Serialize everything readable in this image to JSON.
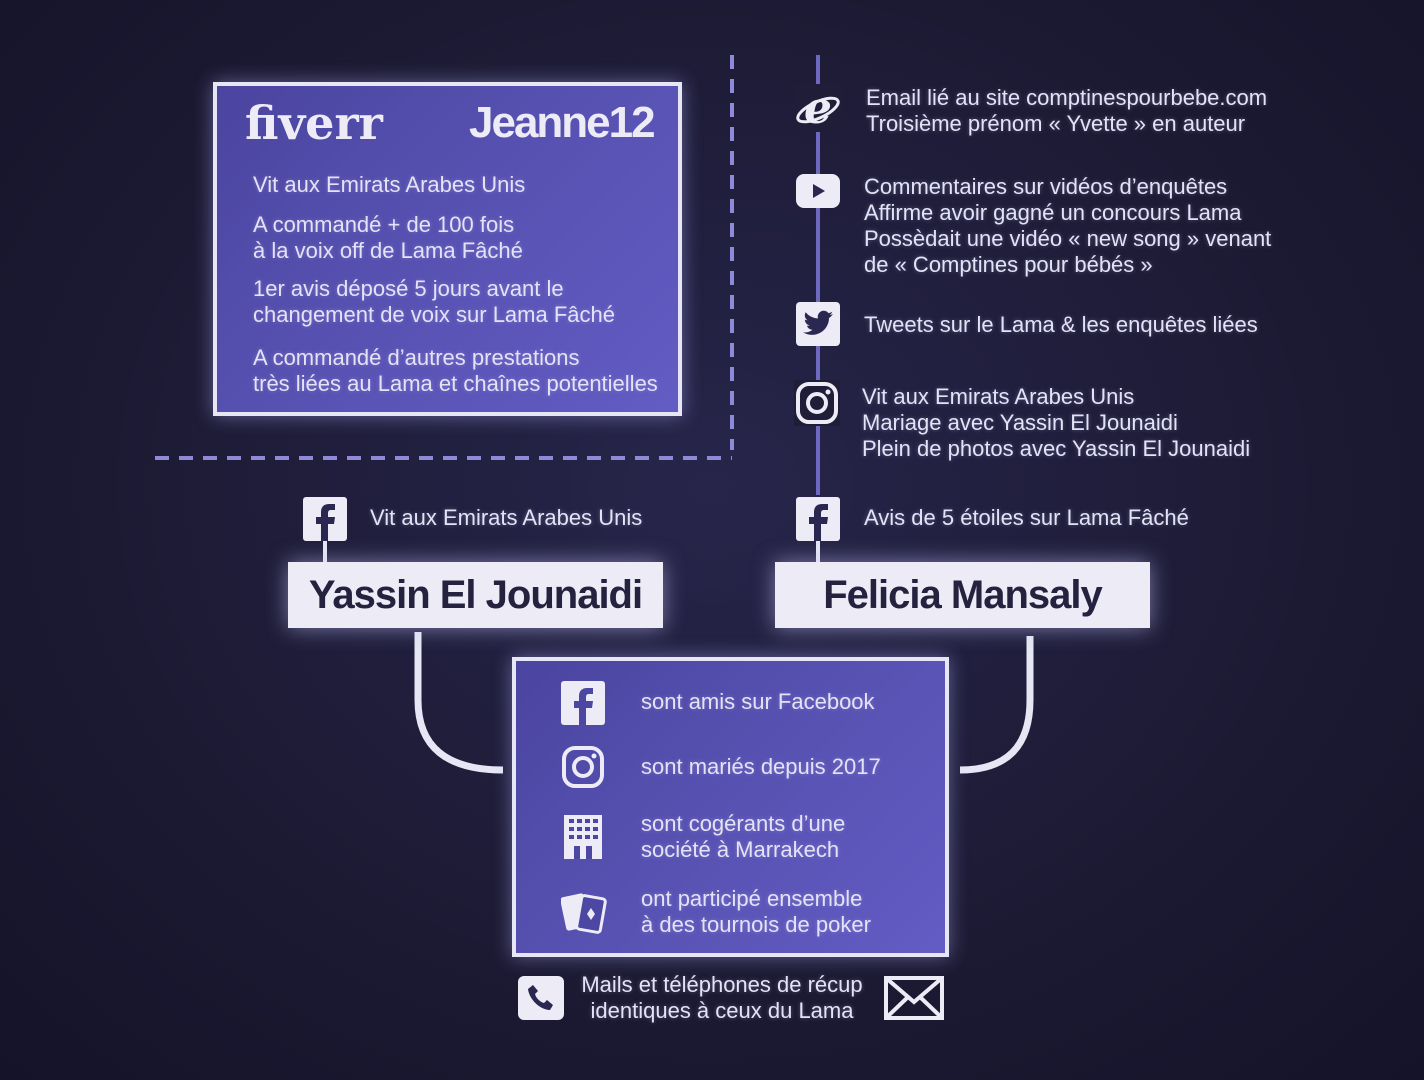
{
  "fiverr": {
    "logo": "fiverr",
    "username": "Jeanne12",
    "facts": [
      [
        "Vit aux Emirats Arabes Unis"
      ],
      [
        "A commandé + de 100 fois",
        "à la voix off de Lama Fâché"
      ],
      [
        "1er avis déposé 5 jours avant le",
        "changement de voix sur Lama Fâché"
      ],
      [
        "A commandé d’autres prestations",
        "très liées au Lama et chaînes potentielles"
      ]
    ]
  },
  "felicia_sources": [
    {
      "icon": "internet-explorer-icon",
      "lines": [
        "Email lié au site comptinespourbebe.com",
        "Troisième prénom « Yvette » en auteur"
      ]
    },
    {
      "icon": "youtube-icon",
      "lines": [
        "Commentaires sur vidéos d’enquêtes",
        "Affirme avoir gagné un concours Lama",
        "Possèdait une vidéo « new song » venant",
        "de « Comptines pour bébés »"
      ]
    },
    {
      "icon": "twitter-icon",
      "lines": [
        "Tweets sur le Lama & les enquêtes liées"
      ]
    },
    {
      "icon": "instagram-icon",
      "lines": [
        "Vit aux Emirats Arabes Unis",
        "Mariage avec Yassin El Jounaidi",
        "Plein de photos avec Yassin El Jounaidi"
      ]
    },
    {
      "icon": "facebook-icon",
      "lines": [
        "Avis de 5 étoiles sur Lama Fâché"
      ]
    }
  ],
  "yassin": {
    "name": "Yassin El Jounaidi",
    "facebook": "Vit aux Emirats Arabes Unis"
  },
  "felicia": {
    "name": "Felicia Mansaly"
  },
  "links": [
    {
      "icon": "facebook-icon",
      "lines": [
        "sont amis sur Facebook"
      ]
    },
    {
      "icon": "instagram-icon",
      "lines": [
        "sont mariés depuis 2017"
      ]
    },
    {
      "icon": "building-icon",
      "lines": [
        "sont cogérants d’une",
        "société à Marrakech"
      ]
    },
    {
      "icon": "playing-cards-icon",
      "lines": [
        "ont participé ensemble",
        "à des tournois de poker"
      ]
    }
  ],
  "footer": {
    "lines": [
      "Mails et téléphones de récup",
      "identiques à ceux du Lama"
    ]
  }
}
